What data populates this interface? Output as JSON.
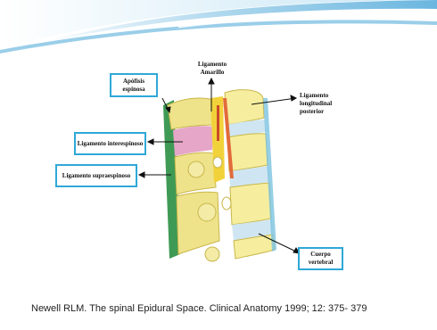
{
  "labels": {
    "apofisis": "Apófisis espinosa",
    "amarillo": "Ligamento Amarillo",
    "longitudinal": "Ligamento longitudinal posterior",
    "interespinoso": "Ligamento interespinoso",
    "supraespinoso": "Ligamento supraespinoso",
    "cuerpo": "Cuerpo vertebral"
  },
  "citation": "Newell RLM. The spinal Epidural Space. Clinical Anatomy  1999; 12: 375- 379",
  "colors": {
    "box_border": "#2fa8d8",
    "bone": "#eee38a",
    "ligament_interspinous": "#e6a6c8",
    "ligament_supraspinous": "#3f9a55",
    "posterior_longitudinal": "#e26b3a",
    "ligamentum_flavum": "#f2d23a",
    "disc": "#cfe6f2"
  }
}
